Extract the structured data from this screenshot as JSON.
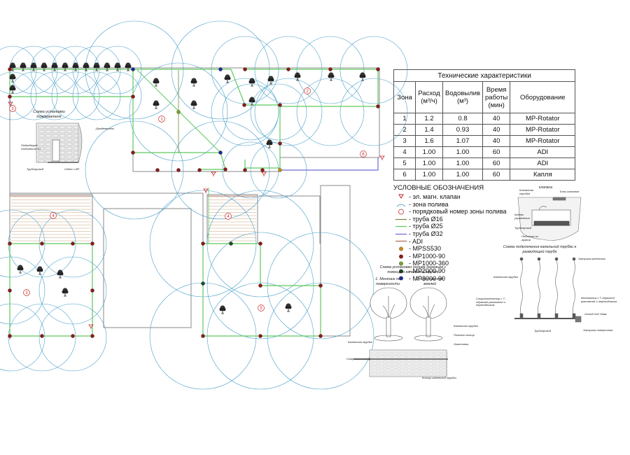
{
  "table": {
    "caption": "Технические характеристики",
    "headers": [
      "Зона",
      "Расход (м³/ч)",
      "Водовылив (м³)",
      "Время работы (мин)",
      "Оборудование"
    ],
    "rows": [
      [
        "1",
        "1.2",
        "0.8",
        "40",
        "MP-Rotator"
      ],
      [
        "2",
        "1.4",
        "0.93",
        "40",
        "MP-Rotator"
      ],
      [
        "3",
        "1.6",
        "1.07",
        "40",
        "MP-Rotator"
      ],
      [
        "4",
        "1.00",
        "1.00",
        "60",
        "ADI"
      ],
      [
        "5",
        "1.00",
        "1.00",
        "60",
        "ADI"
      ],
      [
        "6",
        "1.00",
        "1.00",
        "60",
        "Капля"
      ]
    ]
  },
  "legend": {
    "title": "УСЛОВНЫЕ ОБОЗНАЧЕНИЯ",
    "items": [
      {
        "sym": "valve",
        "label": "- эл. магн. клапан",
        "color": "#c62828"
      },
      {
        "sym": "arc",
        "label": "- зона полива",
        "color": "#4a9fc8"
      },
      {
        "sym": "num",
        "label": "- порядковый номер зоны полива",
        "color": "#c62828"
      },
      {
        "sym": "line",
        "label": "- труба Ø16",
        "color": "#6a8a3a"
      },
      {
        "sym": "line",
        "label": "- труба Ø25",
        "color": "#5ec95e"
      },
      {
        "sym": "line",
        "label": "- труба Ø32",
        "color": "#6a6ad8"
      },
      {
        "sym": "line",
        "label": "- ADI",
        "color": "#a86a5a"
      },
      {
        "sym": "dot",
        "label": "- MPSS530",
        "color": "#c98a1a"
      },
      {
        "sym": "dot",
        "label": "- MP1000-90",
        "color": "#8b1a1a"
      },
      {
        "sym": "dot",
        "label": "- MP1000-360",
        "color": "#7aa02a"
      },
      {
        "sym": "dot",
        "label": "- MP2000-90",
        "color": "#1f4a2a"
      },
      {
        "sym": "dot",
        "label": "- MP3000-90",
        "color": "#1a2a9a"
      }
    ]
  },
  "zones": [
    "1",
    "2",
    "3",
    "4",
    "4",
    "5",
    "6",
    "3"
  ],
  "details": {
    "sprinkler_title": "Схема установки дождевателя",
    "sprinkler_labels": [
      "Дождеватель",
      "Подводящее соединение SJ",
      "Трубопровод",
      "Седло с ВР"
    ],
    "valve_box_title": "клапана",
    "valve_box_labels": [
      "Клапанная коробка",
      "Блок клапанов",
      "Кабель управления",
      "Трубопровод",
      "Подсыпка из гравия"
    ],
    "drip_title": "Схема подключения капельной трубки к разводящей трубе",
    "drip_labels": [
      "Капельная трубка",
      "Заглушка капельная",
      "Стартконнектор с Т-образной разъемной и переходником",
      "Монтажник с Т-образной разъемной и переходником",
      "Отвод под 16мм",
      "Трубопровод",
      "Заглушка поворотная"
    ],
    "tree_title": "Схема установки полива деревьев с помощью капельной трубки",
    "tree_sub1": "1. Монтаж по поверхности",
    "tree_sub2": "2. Монтаж под землей",
    "tree_labels": [
      "Капельная трубка",
      "Полевое кольцо",
      "Окантовка",
      "Стартконнектор",
      "Кольцо капельной трубки",
      "Капельная трубка"
    ]
  },
  "colors": {
    "arc": "#4a9fc8",
    "pipe_main": "#5ec95e",
    "pipe_16": "#6a8a3a",
    "pipe_32": "#6a6ad8",
    "adi": "#a86a5a",
    "valve": "#c62828",
    "outline": "#8a8a8a"
  }
}
